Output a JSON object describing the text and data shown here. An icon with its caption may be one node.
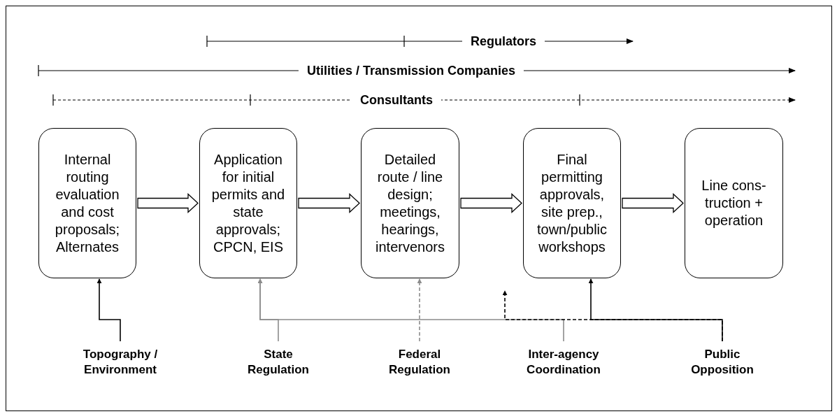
{
  "diagram": {
    "nodes": [
      {
        "text": [
          "Internal routing evaluation and cost proposals; Alternates"
        ]
      },
      {
        "text": [
          "Application for initial permits and state approvals; CPCN, EIS"
        ]
      },
      {
        "text": [
          "Detailed route / line design; meetings, hearings, intervenors"
        ]
      },
      {
        "text": [
          "Final permitting approvals, site prep., town/public workshops"
        ]
      },
      {
        "text": [
          "Line cons- truction + operation"
        ]
      },
      {
        "text": [
          "Topography / Environment"
        ]
      },
      {
        "text": [
          "State Regulation"
        ]
      },
      {
        "text": [
          "Federal Regulation"
        ]
      },
      {
        "text": [
          "Inter-agency Coordination"
        ]
      },
      {
        "text": [
          "Public Opposition"
        ]
      }
    ],
    "edges": [
      {
        "from": 0,
        "to": 1,
        "arrow": "to",
        "style": "thick"
      },
      {
        "from": 1,
        "to": 2,
        "arrow": "to",
        "style": "thick"
      },
      {
        "from": 2,
        "to": 3,
        "arrow": "to",
        "style": "thick"
      },
      {
        "from": 3,
        "to": 4,
        "arrow": "to",
        "style": "thick"
      },
      {
        "from": 5,
        "to": 0,
        "arrow": "to"
      },
      {
        "from": 6,
        "to": 1,
        "arrow": "to",
        "color": "#8c8c8c"
      },
      {
        "from": 7,
        "to": 2,
        "arrow": "to",
        "style": "dashed",
        "color": "#8c8c8c"
      },
      {
        "from": 8,
        "to": 1,
        "arrow": "to",
        "color": "#8c8c8c"
      },
      {
        "from": 9,
        "to": 3,
        "arrow": "to"
      },
      {
        "from": 9,
        "to": null,
        "arrow": "to",
        "style": "dashed"
      }
    ],
    "labels": [
      "Regulators",
      "Utilities / Transmission Companies",
      "Consultants"
    ]
  }
}
